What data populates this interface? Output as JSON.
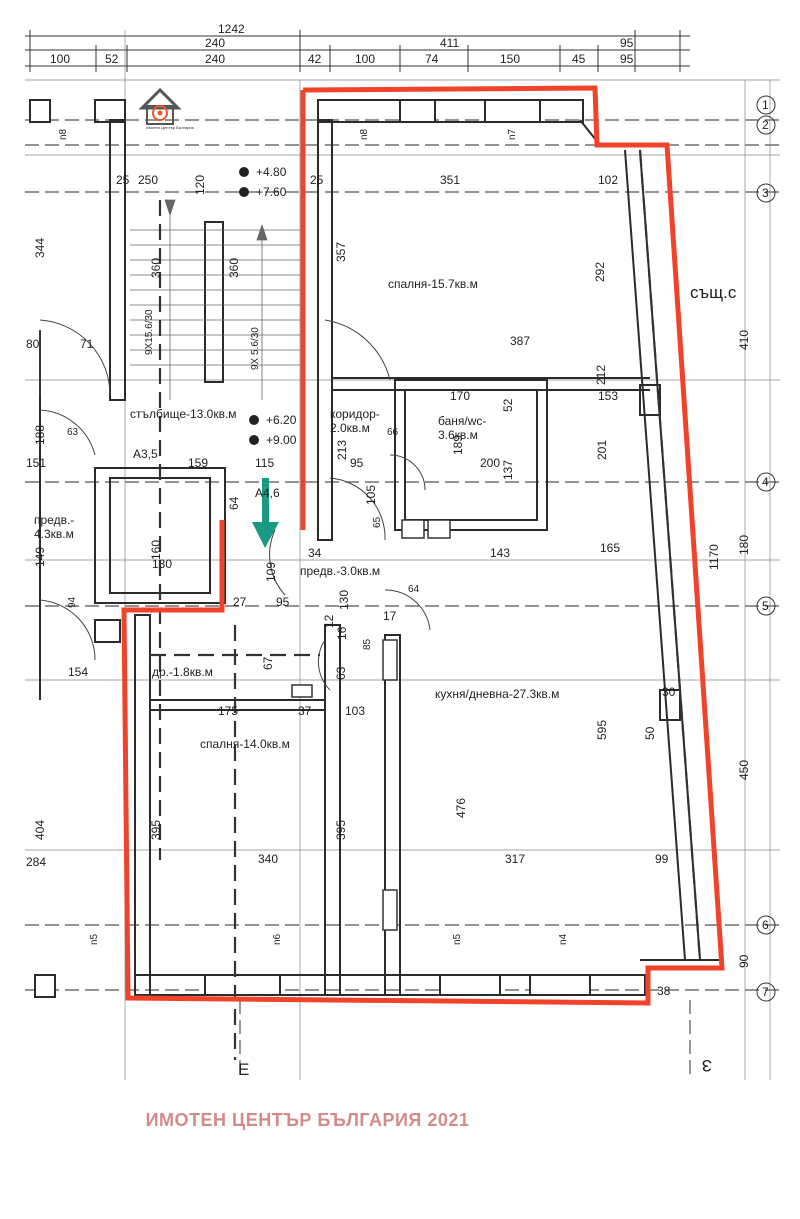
{
  "colors": {
    "outline": "#f0432a",
    "arrow": "#1a9a82",
    "watermark": "#d48a8a",
    "line": "#2b2b2b"
  },
  "watermark_text": "ИМОТЕН ЦЕНТЪР БЪЛГАРИЯ 2021",
  "logo": {
    "name": "house-target-logo",
    "text": "Имотен Център България"
  },
  "rooms": {
    "bedroom_north": "спалня-15.7кв.м",
    "stairwell": "стълбище-13.0кв.м",
    "corridor_1": "коридор-",
    "corridor_2": "2.0кв.м",
    "bathroom_1": "баня/wc-",
    "bathroom_2": "3.6кв.м",
    "entry_west_1": "предв.-",
    "entry_west_2": "4.3кв.м",
    "entry": "предв.-3.0кв.м",
    "storage": "др.-1.8кв.м",
    "bedroom_south": "спалня-14.0кв.м",
    "kitchen_living": "кухня/дневна-27.3кв.м",
    "neighbor": "същ.с"
  },
  "levels": [
    "+4.80",
    "+7.60",
    "+6.20",
    "+9.00"
  ],
  "marks": {
    "a35": "А3,5",
    "a46": "А4,6",
    "stair1": "9X15.6/30",
    "stair2": "9X 5.6/30"
  },
  "top_dims": {
    "row1": [
      "1242"
    ],
    "row2": [
      "240",
      "411",
      "95"
    ],
    "row3": [
      "100",
      "52",
      "240",
      "42",
      "100",
      "74",
      "150",
      "45",
      "95"
    ]
  },
  "dims": {
    "d351": "351",
    "d102": "102",
    "d250": "250",
    "d120": "120",
    "d25a": "25",
    "d25b": "25",
    "d357": "357",
    "d344": "344",
    "d360a": "360",
    "d360b": "360",
    "d292": "292",
    "d387": "387",
    "d71": "71",
    "d80": "80",
    "d170": "170",
    "d52": "52",
    "d153": "153",
    "d212": "212",
    "d410": "410",
    "d188": "188",
    "d213": "213",
    "d95": "95",
    "d189": "189",
    "d200": "200",
    "d137": "137",
    "d201": "201",
    "d151": "151",
    "d159": "159",
    "d115": "115",
    "d105": "105",
    "d64": "64",
    "d160": "160",
    "d143": "143",
    "d165": "165",
    "d180": "180",
    "d1170": "1170",
    "d149": "149",
    "d130": "130",
    "d34": "34",
    "d109": "109",
    "d27": "27",
    "d154": "154",
    "d175": "175",
    "d37": "37",
    "d103": "103",
    "d63": "63",
    "d67": "67",
    "d476": "476",
    "d595": "595",
    "d395a": "395",
    "d395b": "395",
    "d404": "404",
    "d284": "284",
    "d340": "340",
    "d317": "317",
    "d99": "99",
    "d450": "450",
    "d90": "90",
    "d50": "50",
    "d30": "30",
    "d38": "38",
    "d1300": "130",
    "d12": "12",
    "d16": "16",
    "d17": "17"
  },
  "doors": {
    "n1": "n8",
    "n2": "n7",
    "n3": "n5",
    "n4": "n6",
    "n5": "n5",
    "n6": "n4",
    "v63": "63",
    "v66": "66",
    "v65": "65",
    "v64": "64",
    "v85": "85",
    "v94": "94"
  },
  "axes": [
    "1",
    "2",
    "3",
    "4",
    "5",
    "6",
    "7"
  ],
  "axis_letters": {
    "west": "Е",
    "east": "З"
  }
}
